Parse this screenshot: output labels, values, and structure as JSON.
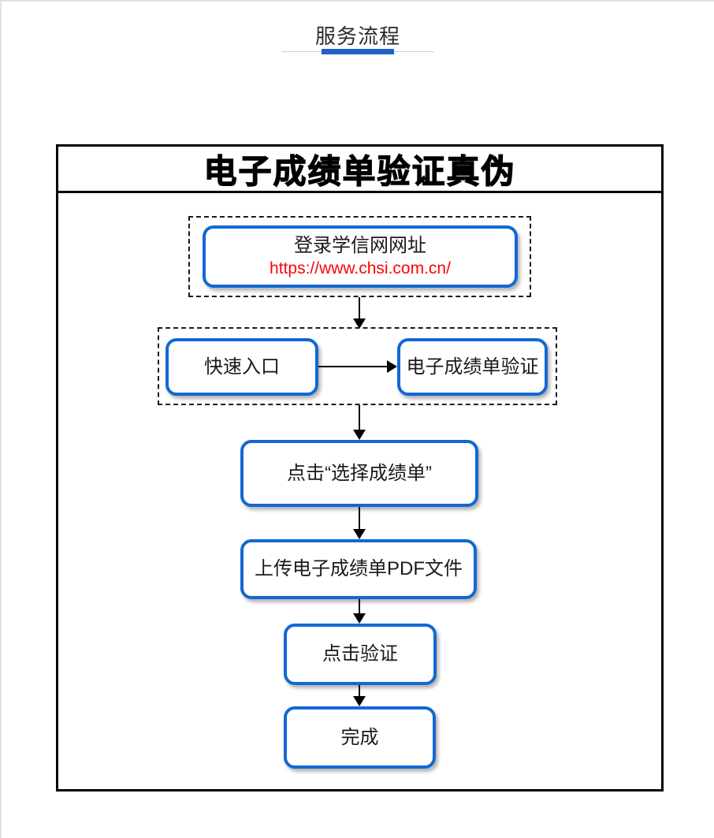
{
  "page": {
    "section_title": "服务流程",
    "accent_color": "#2161c8",
    "underline_light_color": "#c3d4ec",
    "page_border_color": "#e1e1e1"
  },
  "flowchart": {
    "title": "电子成绩单验证真伪",
    "frame_color": "#000000",
    "node_border_color": "#1268d4",
    "url_text_color": "#fb0505",
    "nodes": {
      "login_line1": "登录学信网网址",
      "login_url": "https://www.chsi.com.cn/",
      "quick_entry": "快速入口",
      "verify_entry": "电子成绩单验证",
      "select_transcript": "点击“选择成绩单”",
      "upload_pdf": "上传电子成绩单PDF文件",
      "click_verify": "点击验证",
      "done": "完成"
    }
  }
}
